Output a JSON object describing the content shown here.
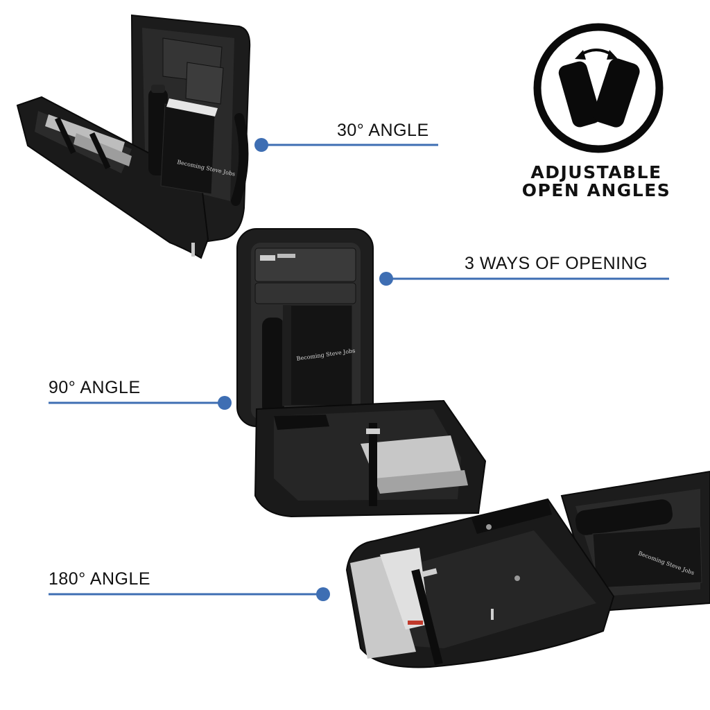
{
  "badge": {
    "icon": "rotate-arrows-icon",
    "line1": "ADJUSTABLE",
    "line2": "OPEN ANGLES"
  },
  "callouts": {
    "angle_30": "30° ANGLE",
    "ways_of_opening": "3 WAYS OF OPENING",
    "angle_90": "90° ANGLE",
    "angle_180": "180° ANGLE"
  },
  "book_title": "Becoming Steve Jobs",
  "colors": {
    "accent": "#3e6eb3",
    "bag": "#1b1b1b",
    "text": "#111111"
  }
}
